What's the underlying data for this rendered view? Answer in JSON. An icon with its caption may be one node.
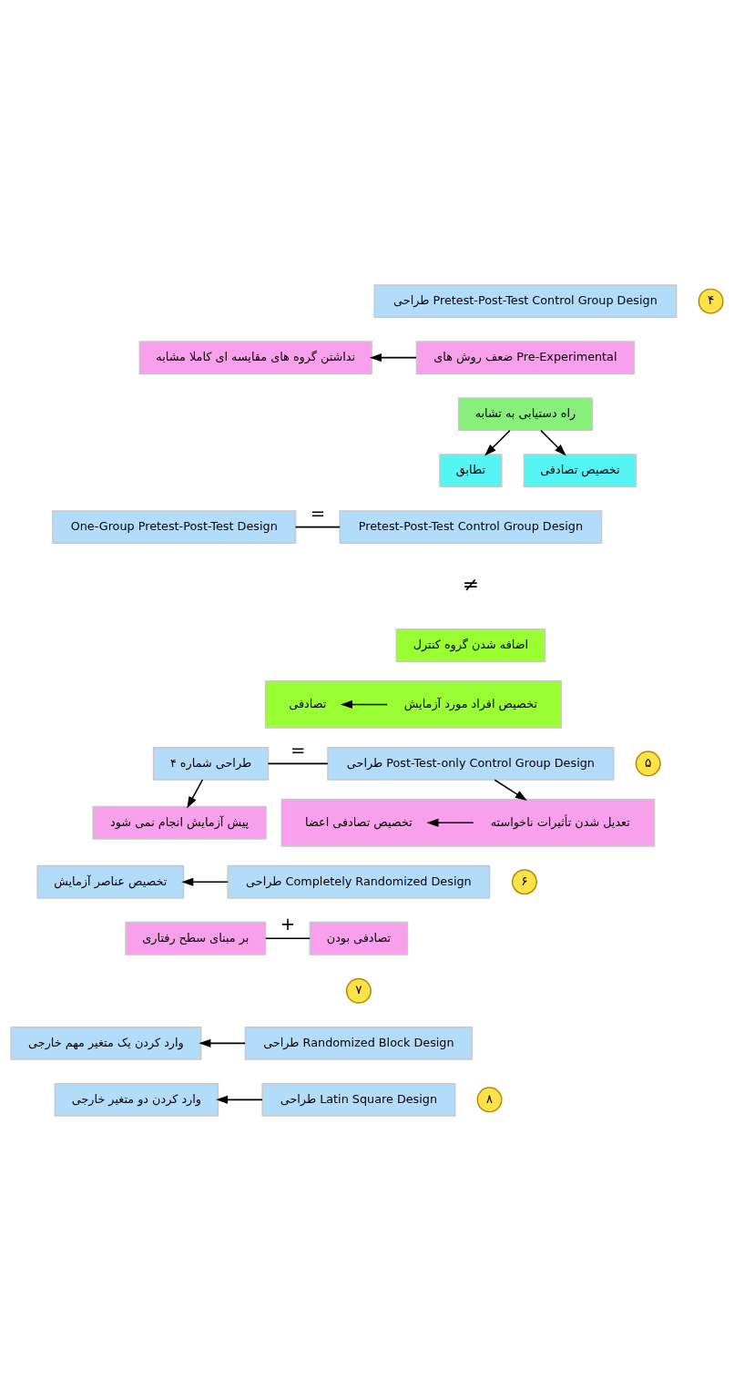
{
  "diagram": {
    "nodes": [
      {
        "text": [
          "۴"
        ]
      },
      {
        "text": [
          "طراحی Pretest-Post-Test Control Group Design"
        ]
      },
      {
        "text": [
          "ضعف روش های Pre-Experimental"
        ]
      },
      {
        "text": [
          "نداشتن گروه های مقایسه ای کاملا مشابه"
        ]
      },
      {
        "text": [
          "راه دستیابی به تشابه"
        ]
      },
      {
        "text": [
          "تطابق"
        ]
      },
      {
        "text": [
          "تخصیص تصادفی"
        ]
      },
      {
        "text": [
          "Pretest-Post-Test Control Group Design"
        ]
      },
      {
        "text": [
          "One-Group Pretest-Post-Test Design"
        ]
      },
      {
        "text": [
          "اضافه شدن گروه کنترل"
        ]
      },
      {
        "text": [],
        "shape": "box"
      },
      {
        "text": [
          "تخصیص افراد مورد آزمایش"
        ],
        "in": 10
      },
      {
        "text": [
          "تصادفی"
        ],
        "in": 10
      },
      {
        "text": [
          "۵"
        ]
      },
      {
        "text": [
          "طراحی Post-Test-only Control Group Design"
        ]
      },
      {
        "text": [
          "طراحی شماره ۴"
        ]
      },
      {
        "text": [],
        "shape": "box"
      },
      {
        "text": [
          "تعدیل شدن تأثیرات ناخواسته"
        ],
        "in": 16
      },
      {
        "text": [
          "تخصیص تصادفی اعضا"
        ],
        "in": 16
      },
      {
        "text": [
          "پیش آزمایش انجام نمی شود"
        ]
      },
      {
        "text": [
          "۶"
        ]
      },
      {
        "text": [
          "طراحی Completely Randomized Design"
        ]
      },
      {
        "text": [
          "تخصیص عناصر آزمایش"
        ]
      },
      {
        "text": [
          "تصادفی بودن"
        ]
      },
      {
        "text": [
          "بر مبنای سطح رفتاری"
        ]
      },
      {
        "text": [
          "۷"
        ]
      },
      {
        "text": [
          "طراحی Randomized Block Design"
        ]
      },
      {
        "text": [
          "وارد کردن یک متغیر مهم خارجی"
        ]
      },
      {
        "text": [
          "۸"
        ]
      },
      {
        "text": [
          "طراحی Latin Square Design"
        ]
      },
      {
        "text": [
          "وارد کردن دو متغیر خارجی"
        ]
      }
    ],
    "edges": [
      {
        "from": 2,
        "to": 3,
        "arrow": "to"
      },
      {
        "from": 4,
        "to": 5,
        "arrow": "to"
      },
      {
        "from": 4,
        "to": 6,
        "arrow": "to"
      },
      {
        "from": 7,
        "to": 8,
        "arrow": "none",
        "label": "="
      },
      {
        "from": 11,
        "to": 12,
        "arrow": "to"
      },
      {
        "from": 14,
        "to": 15,
        "arrow": "none",
        "label": "="
      },
      {
        "from": 15,
        "to": 19,
        "arrow": "to"
      },
      {
        "from": 14,
        "to": 16,
        "arrow": "to"
      },
      {
        "from": 17,
        "to": 18,
        "arrow": "to"
      },
      {
        "from": 21,
        "to": 22,
        "arrow": "to"
      },
      {
        "from": 23,
        "to": 24,
        "arrow": "none",
        "label": "+"
      },
      {
        "from": 26,
        "to": 27,
        "arrow": "to"
      },
      {
        "from": 29,
        "to": 30,
        "arrow": "to"
      }
    ],
    "labels": [
      "≠"
    ]
  }
}
